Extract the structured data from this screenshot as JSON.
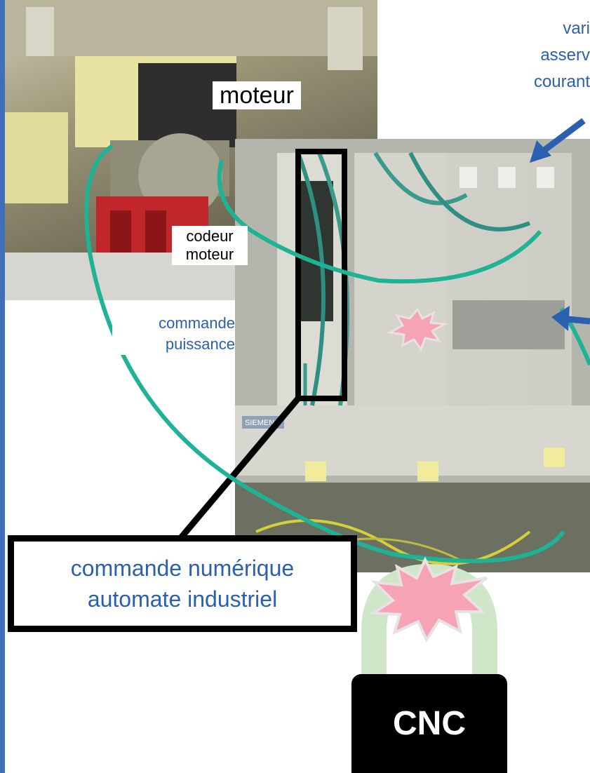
{
  "labels": {
    "moteur": "moteur",
    "codeur_line1": "codeur",
    "codeur_line2": "moteur",
    "commande_puissance_line1": "commande",
    "commande_puissance_line2": "puissance",
    "variateur_line1": "vari",
    "variateur_line2": "asserv",
    "variateur_line3": "courant",
    "cn_line1": "commande numérique",
    "cn_line2": "automate industriel",
    "cnc": "CNC"
  },
  "photo_labels": {
    "siemens": "SIEMENS"
  },
  "colors": {
    "cable": "#1db394",
    "arrow": "#2b5fb0",
    "burst_fill": "#f5a3b5",
    "burst_stroke": "#e8e2e4",
    "padlock_shackle": "#cfe6c9",
    "accent_bar": "#3f6fb8"
  }
}
